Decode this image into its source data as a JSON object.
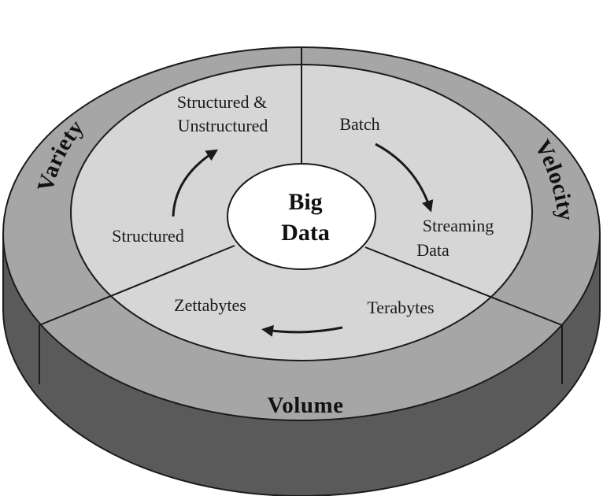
{
  "diagram": {
    "center": {
      "line1": "Big",
      "line2": "Data"
    },
    "rim_labels": {
      "variety": "Variety",
      "velocity": "Velocity",
      "volume": "Volume"
    },
    "variety_sector": {
      "from": "Structured",
      "to_line1": "Structured &",
      "to_line2": "Unstructured"
    },
    "velocity_sector": {
      "from": "Batch",
      "to_line1": "Streaming",
      "to_line2": "Data"
    },
    "volume_sector": {
      "from": "Terabytes",
      "to": "Zettabytes"
    },
    "colors": {
      "side": "#5a5a5a",
      "rim": "#a6a6a6",
      "inner": "#d6d6d6",
      "center": "#ffffff",
      "stroke": "#1a1a1a"
    },
    "icons": [
      "arrow-up-right-icon",
      "arrow-down-right-icon",
      "arrow-left-icon"
    ]
  }
}
